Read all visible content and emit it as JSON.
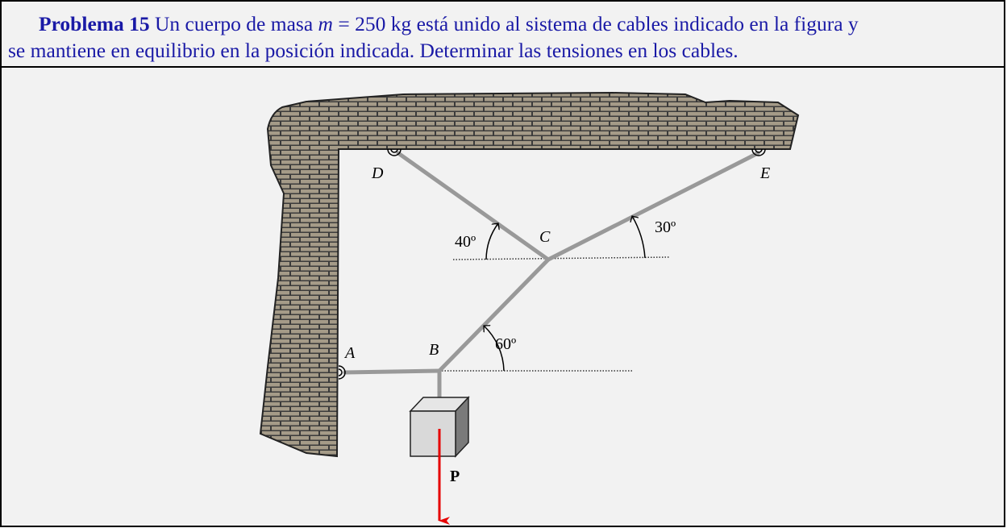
{
  "statement": {
    "problem_label": "Problema 15",
    "text_1": "Un cuerpo de masa",
    "mass_symbol": "m",
    "text_2": "= 250 kg está unido al sistema de cables indicado en la figura y",
    "text_3": "se mantiene en equilibrio en la posición indicada. Determinar las tensiones en los cables."
  },
  "figure": {
    "points": {
      "A": "A",
      "B": "B",
      "C": "C",
      "D": "D",
      "E": "E"
    },
    "angles": {
      "dc": "40º",
      "ce": "30º",
      "bc": "60º"
    },
    "force": "P"
  },
  "colors": {
    "text": "#1a1aa6",
    "cable": "#999999",
    "arrow": "#e60000",
    "brick": "#9c9280",
    "background": "#f2f2f2"
  }
}
